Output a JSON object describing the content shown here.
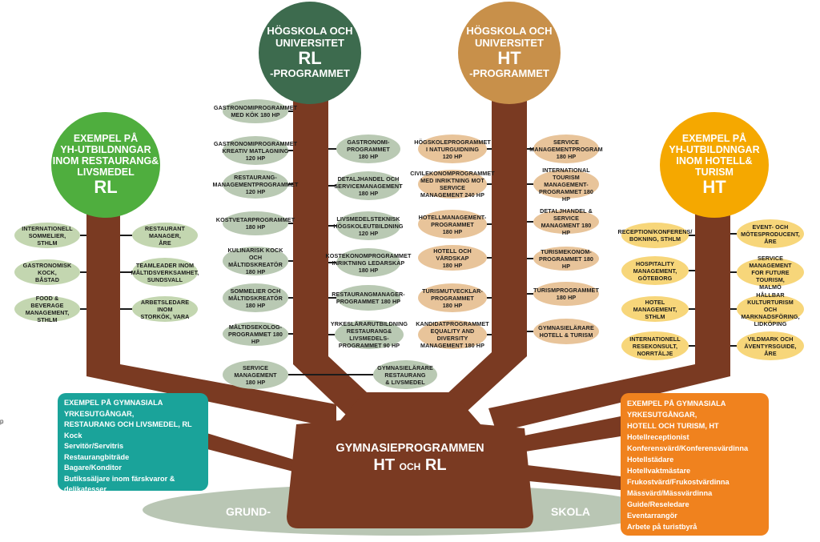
{
  "colors": {
    "trunk": "#7a3a22",
    "rl_univ": "#3d6b4e",
    "ht_univ": "#c8904a",
    "yh_rl": "#4fae3e",
    "yh_ht": "#f5a800",
    "box_rl": "#1aa39a",
    "box_ht": "#f0821e",
    "ground": "#b9c6b4"
  },
  "univ_rl": {
    "line1": "HÖGSKOLA OCH",
    "line2": "UNIVERSITET",
    "big": "RL",
    "line3": "-PROGRAMMET"
  },
  "univ_ht": {
    "line1": "HÖGSKOLA OCH",
    "line2": "UNIVERSITET",
    "big": "HT",
    "line3": "-PROGRAMMET"
  },
  "yh_rl": {
    "line1": "EXEMPEL PÅ",
    "line2": "YH-UTBILDNNGAR",
    "line3": "INOM RESTAURANG&",
    "line4": "LIVSMEDEL",
    "big": "RL"
  },
  "yh_ht": {
    "line1": "EXEMPEL PÅ",
    "line2": "YH-UTBILDNNGAR",
    "line3": "INOM HOTELL&",
    "line4": "TURISM",
    "big": "HT"
  },
  "trunk": {
    "title": "GYMNASIEPROGRAMMEN",
    "big_left": "HT",
    "small": "OCH",
    "big_right": "RL"
  },
  "ground": {
    "left": "GRUND-",
    "right": "SKOLA"
  },
  "stray_mark": "p",
  "yh_rl_items": [
    "INTERNATIONELL\nSOMMELIER, STHLM",
    "RESTAURANT MANAGER,\nÅRE",
    "GASTRONOMISK KOCK,\nBÅSTAD",
    "TEAMLEADER INOM\nMÅLTIDSVERKSAMHET,\nSUNDSVALL",
    "FOOD & BEVERAGE\nMANAGEMENT, STHLM",
    "ARBETSLEDARE INOM\nSTORKÖK, VARA"
  ],
  "univ_rl_items": [
    "GASTRONOMIPROGRAMMET\nMED KÖK 180 HP",
    "GASTRONOMIPROGRAMMET\nKREATIV MATLAGNING\n120 HP",
    "GASTRONOMI-\nPROGRAMMET\n180 HP",
    "RESTAURANG-\nMANAGEMENTPROGRAMMET\n120 HP",
    "DETALJHANDEL OCH\nSERVICEMANAGEMENT\n180 HP",
    "KOSTVETARPROGRAMMET\n180 HP",
    "LIVSMEDELSTEKNISK\nHÖGSKOLEUTBILDNING\n120 HP",
    "KULINARISK KOCK\nOCH MÅLTIDSKREATÖR\n180 HP",
    "KOSTEKONOMPROGRAMMET\nINRIKTNING LEDARSKAP\n180 HP",
    "SOMMELIER OCH\nMÅLTIDSKREATÖR\n180 HP",
    "RESTAURANGMANAGER-\nPROGRAMMET 180 HP",
    "MÅLTIDSEKOLOG-\nPROGRAMMET 180 HP",
    "YRKESLÄRARUTBILDNING\nRESTAURANG& LIVSMEDELS-\nPROGRAMMET 90 HP",
    "SERVICE\nMANAGEMENT\n180 HP",
    "GYMNASIELÄRARE\nRESTAURANG\n& LIVSMEDEL"
  ],
  "univ_ht_items": [
    "HÖGSKOLEPROGRAMMET\nI NATURGUIDNING\n120 HP",
    "SERVICE\nMANAGEMENTPROGRAM\n180 HP",
    "CIVILEKONOMPROGRAMMET\nMED INRIKTNING MOT SERVICE\nMANAGEMENT 240 HP",
    "INTERNATIONAL\nTOURISM MANAGEMENT-\nPROGRAMMET 180 HP",
    "HOTELLMANAGEMENT-\nPROGRAMMET\n180 HP",
    "DETALJHANDEL & SERVICE\nMANAGMENT 180 HP",
    "HOTELL OCH VÄRDSKAP\n180 HP",
    "TURISMEKONOM-\nPROGRAMMET 180 HP",
    "TURISMUTVECKLAR-\nPROGRAMMET\n180 HP",
    "TURISMPROGRAMMET\n180 HP",
    "KANDIDATPROGRAMMET\nEQUALITY AND DIVERSITY\nMANAGEMENT 180 HP",
    "GYMNASIELÄRARE\nHOTELL & TURISM"
  ],
  "yh_ht_items": [
    "RECEPTION/KONFERENS/\nBOKNING, STHLM",
    "EVENT- OCH\nMÖTESPRODUCENT,\nÅRE",
    "HOSPITALITY\nMANAGEMENT,\nGÖTEBORG",
    "SERVICE MANAGEMENT\nFOR FUTURE TOURISM,\nMALMÖ",
    "HOTEL MANAGEMENT,\nSTHLM",
    "HÅLLBAR KULTURTURISM\nOCH MARKNADSFÖRING,\nLIDKÖPING",
    "INTERNATIONELL\nRESEKONSULT,\nNORRTÄLJE",
    "VILDMARK OCH\nÄVENTYRSGUIDE,\nÅRE"
  ],
  "box_rl": {
    "header1": "EXEMPEL PÅ GYMNASIALA YRKESUTGÅNGAR,",
    "header2": "RESTAURANG OCH LIVSMEDEL, RL",
    "items": [
      "Kock",
      "Servitör/Servitris",
      "Restaurangbiträde",
      "Bagare/Konditor",
      "Butikssäljare inom färskvaror & delikatesser"
    ]
  },
  "box_ht": {
    "header1": "EXEMPEL PÅ GYMNASIALA YRKESUTGÅNGAR,",
    "header2": "HOTELL OCH TURISM, HT",
    "items": [
      "Hotellreceptionist",
      "Konferensvärd/Konferensvärdinna",
      "Hotellstädare",
      "Hotellvaktmästare",
      "Frukostvärd/Frukostvärdinna",
      "Mässvärd/Mässvärdinna",
      "Guide/Reseledare",
      "Eventarrangör",
      "Arbete på turistbyrå"
    ]
  }
}
